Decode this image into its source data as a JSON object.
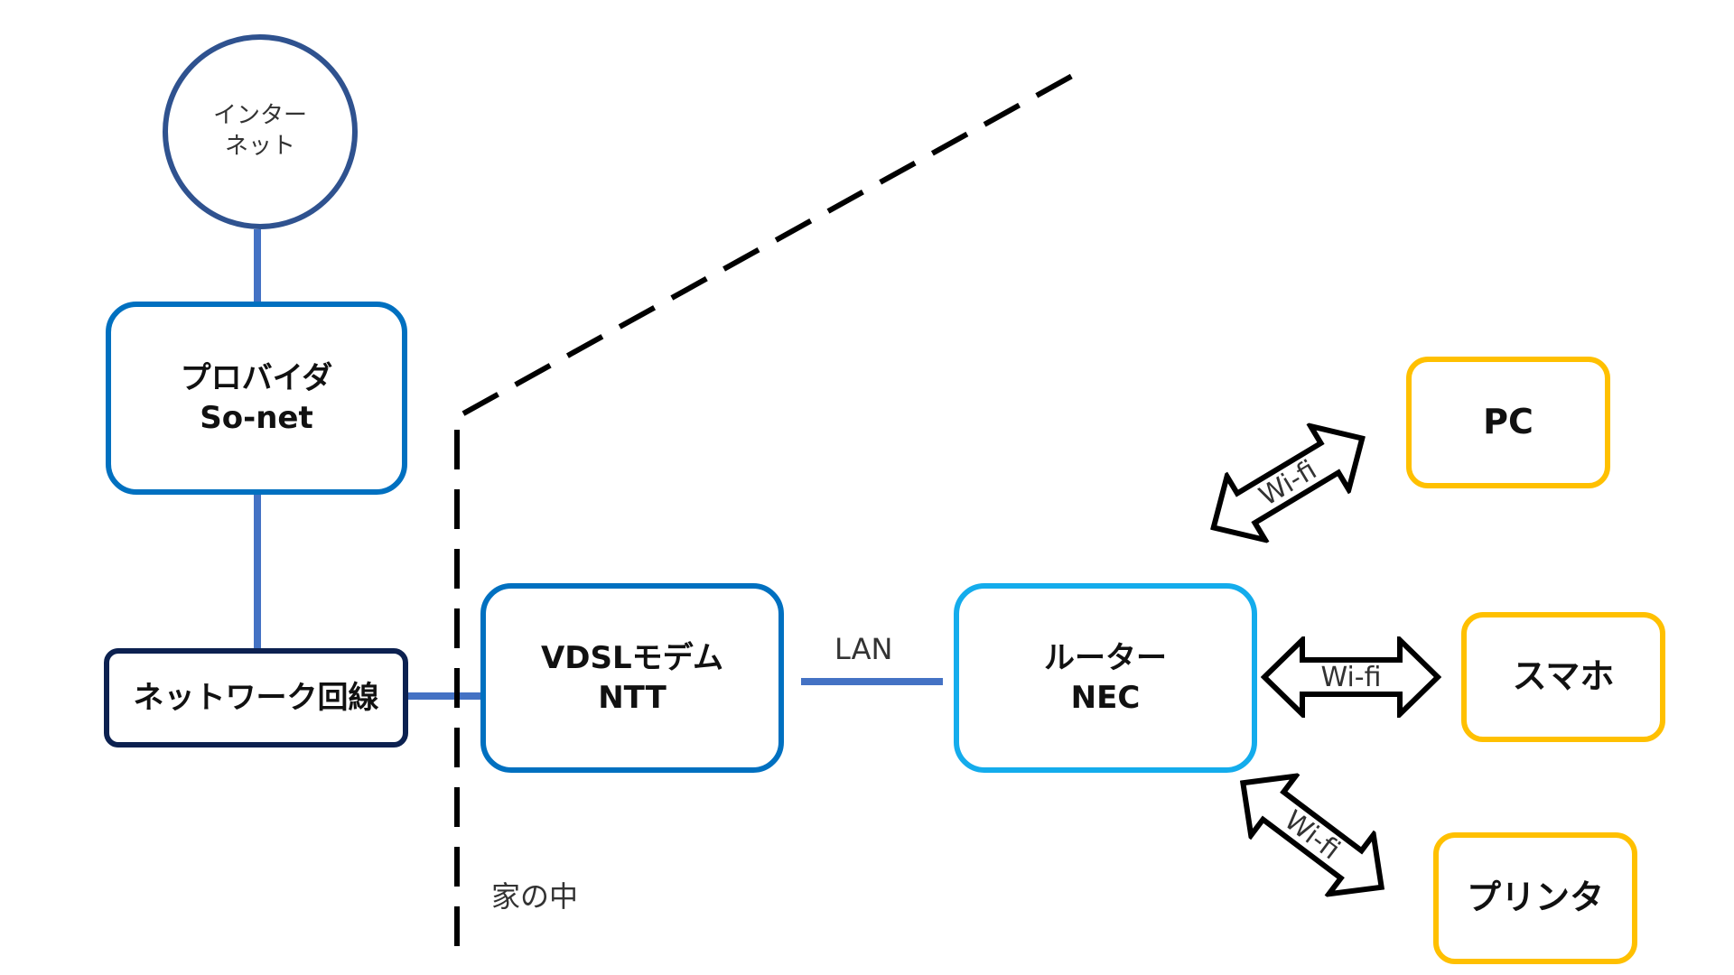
{
  "nodes": {
    "internet": {
      "line1": "インター",
      "line2": "ネット"
    },
    "provider": {
      "line1": "プロバイダ",
      "line2": "So-net"
    },
    "network_line": {
      "label": "ネットワーク回線"
    },
    "modem": {
      "line1": "VDSLモデム",
      "line2": "NTT"
    },
    "router": {
      "line1": "ルーター",
      "line2": "NEC"
    },
    "pc": {
      "label": "PC"
    },
    "smartphone": {
      "label": "スマホ"
    },
    "printer": {
      "label": "プリンタ"
    }
  },
  "labels": {
    "lan": "LAN",
    "house": "家の中"
  },
  "wifi": {
    "pc": "Wi-fi",
    "smartphone": "Wi-fi",
    "printer": "Wi-fi"
  },
  "colors": {
    "internet_border": "#2f528f",
    "provider_border": "#0070c0",
    "network_line_border": "#0c2150",
    "modem_border": "#0070c0",
    "router_border": "#14acec",
    "device_border": "#ffc000",
    "connector": "#4472c4",
    "boundary": "#000000"
  }
}
